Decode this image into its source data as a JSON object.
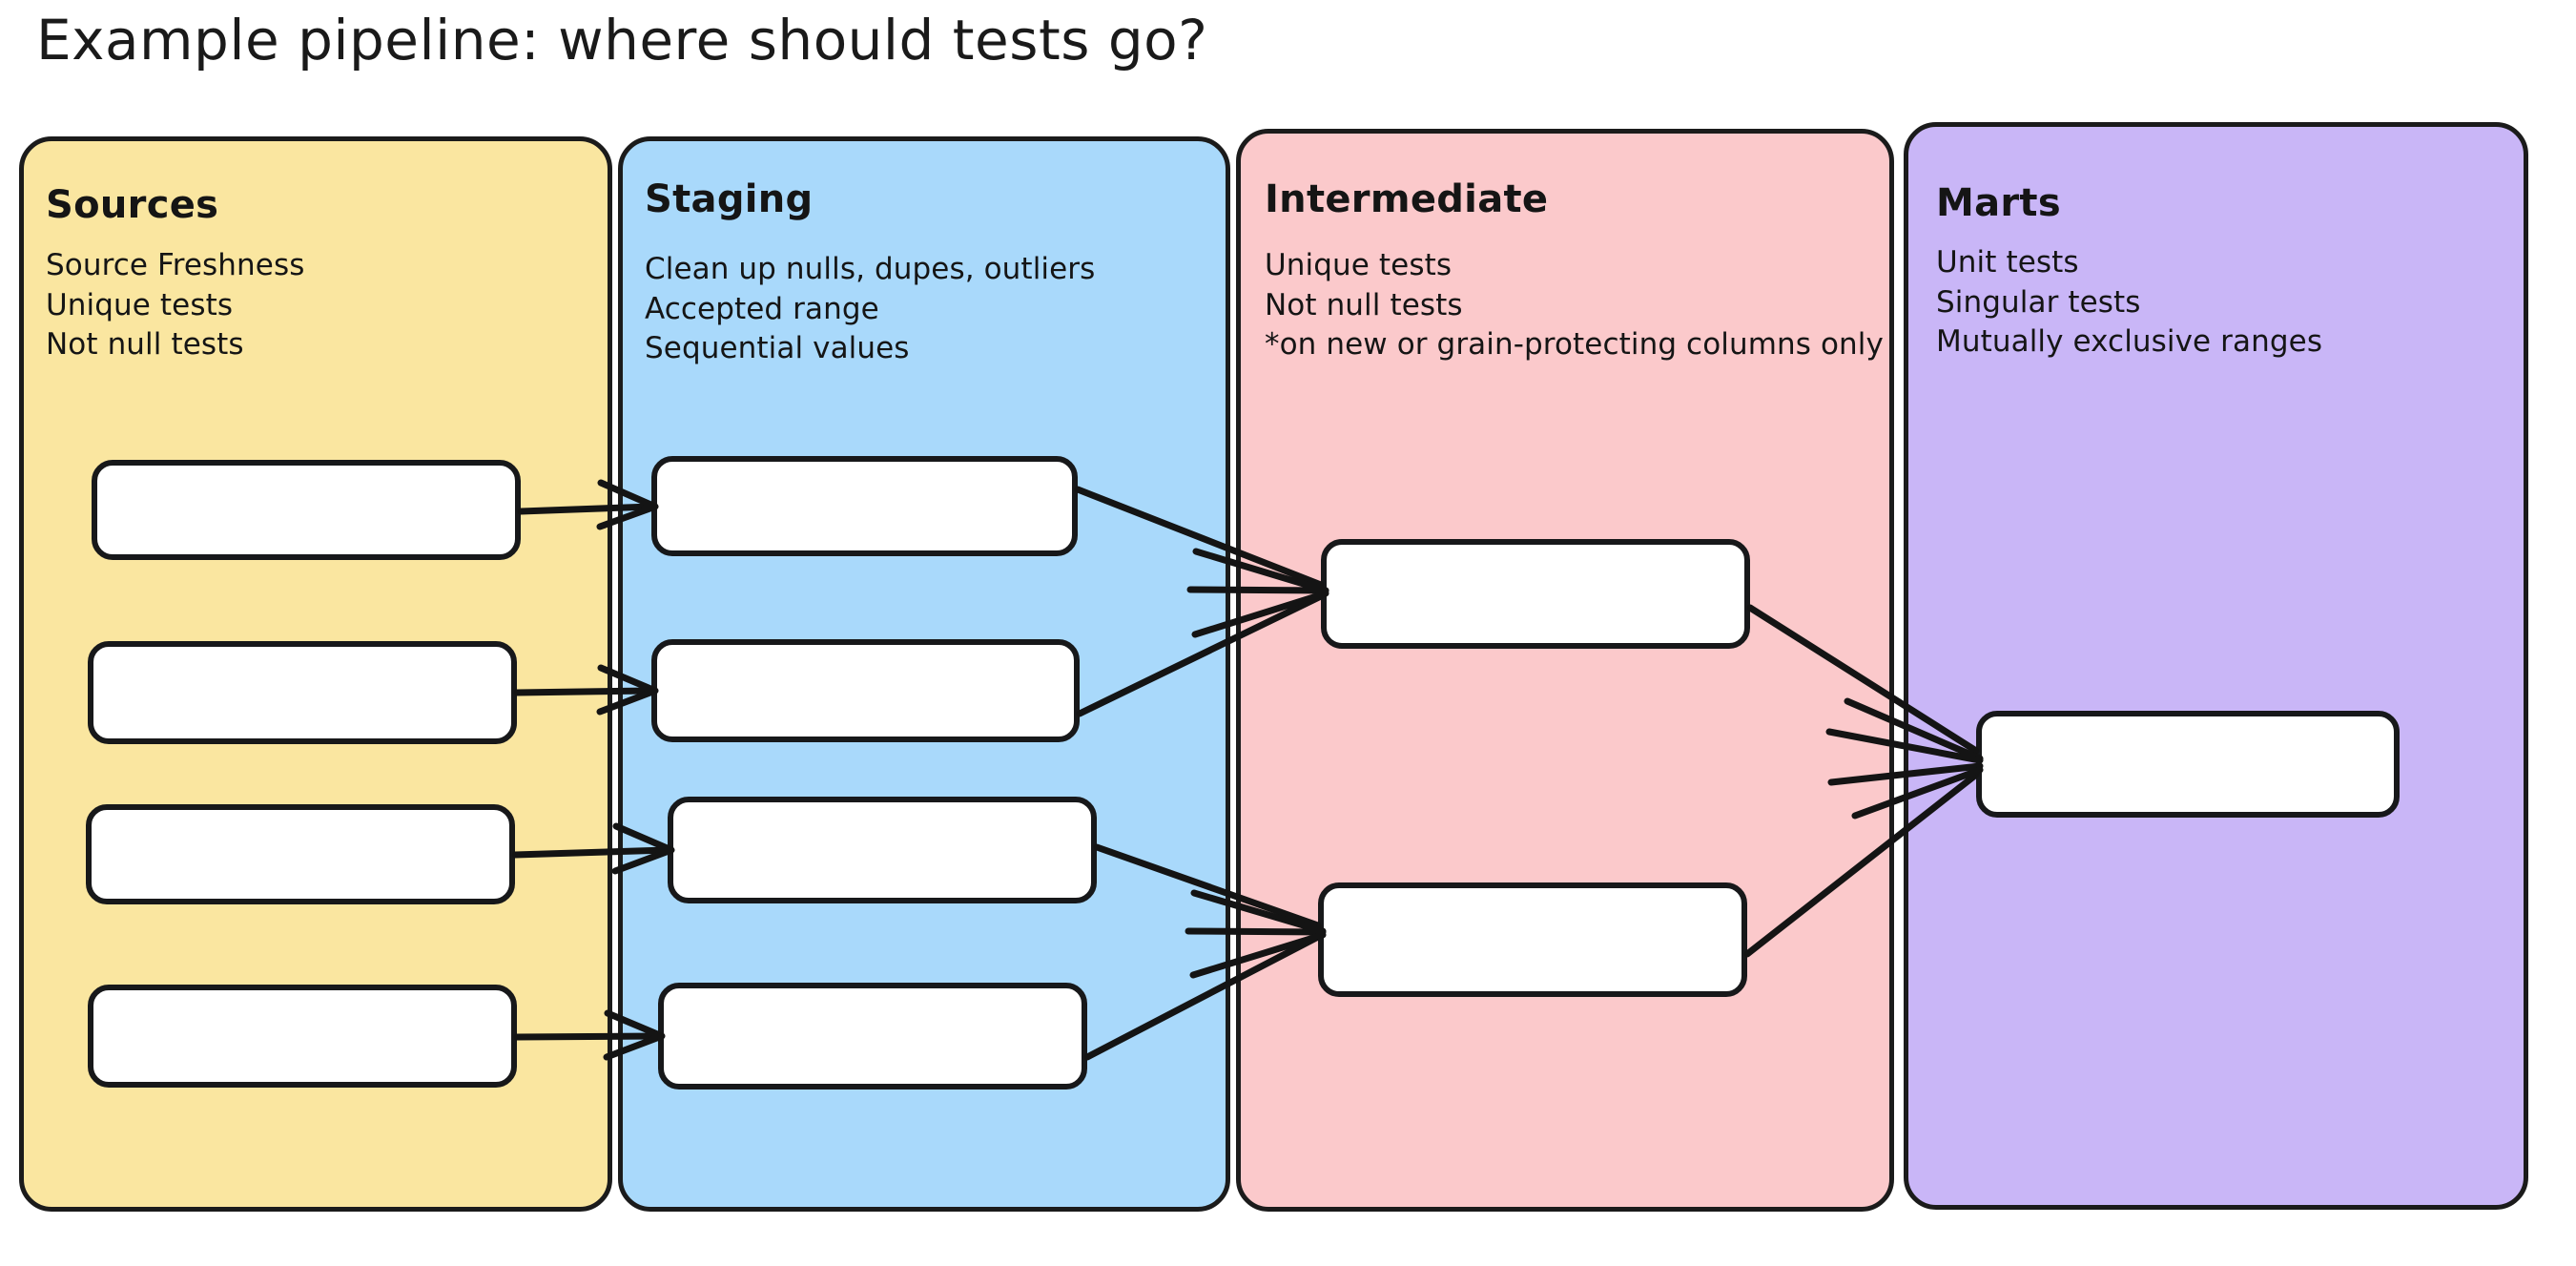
{
  "title": "Example pipeline: where should tests go?",
  "background": "#ffffff",
  "palette": {
    "sources": "#FAE6A0",
    "staging": "#A9D9FB",
    "intermediate": "#FBC9CB",
    "marts": "#C9B6F7",
    "stroke": "#17181a",
    "node_fill": "#ffffff",
    "text": "#151515"
  },
  "columns": [
    {
      "id": "sources",
      "heading": "Sources",
      "color": "#FAE6A0",
      "notes": [
        "Source Freshness",
        "Unique tests",
        "Not null tests"
      ],
      "node_count": 4
    },
    {
      "id": "staging",
      "heading": "Staging",
      "color": "#A9D9FB",
      "notes": [
        "Clean up nulls, dupes, outliers",
        "Accepted range",
        "Sequential values"
      ],
      "node_count": 4
    },
    {
      "id": "intermediate",
      "heading": "Intermediate",
      "color": "#FBC9CB",
      "notes": [
        "Unique tests",
        "Not null tests",
        "*on new or grain-protecting columns only"
      ],
      "node_count": 2
    },
    {
      "id": "marts",
      "heading": "Marts",
      "color": "#C9B6F7",
      "notes": [
        "Unit tests",
        "Singular tests",
        "Mutually exclusive ranges"
      ],
      "node_count": 1
    }
  ],
  "edges": [
    {
      "from": "sources-node-1",
      "to": "staging-node-1"
    },
    {
      "from": "sources-node-2",
      "to": "staging-node-2"
    },
    {
      "from": "sources-node-3",
      "to": "staging-node-3"
    },
    {
      "from": "sources-node-4",
      "to": "staging-node-4"
    },
    {
      "from": "staging-node-1",
      "to": "intermediate-node-1"
    },
    {
      "from": "staging-node-2",
      "to": "intermediate-node-1"
    },
    {
      "from": "staging-node-3",
      "to": "intermediate-node-2"
    },
    {
      "from": "staging-node-4",
      "to": "intermediate-node-2"
    },
    {
      "from": "intermediate-node-1",
      "to": "marts-node-1"
    },
    {
      "from": "intermediate-node-2",
      "to": "marts-node-1"
    }
  ]
}
